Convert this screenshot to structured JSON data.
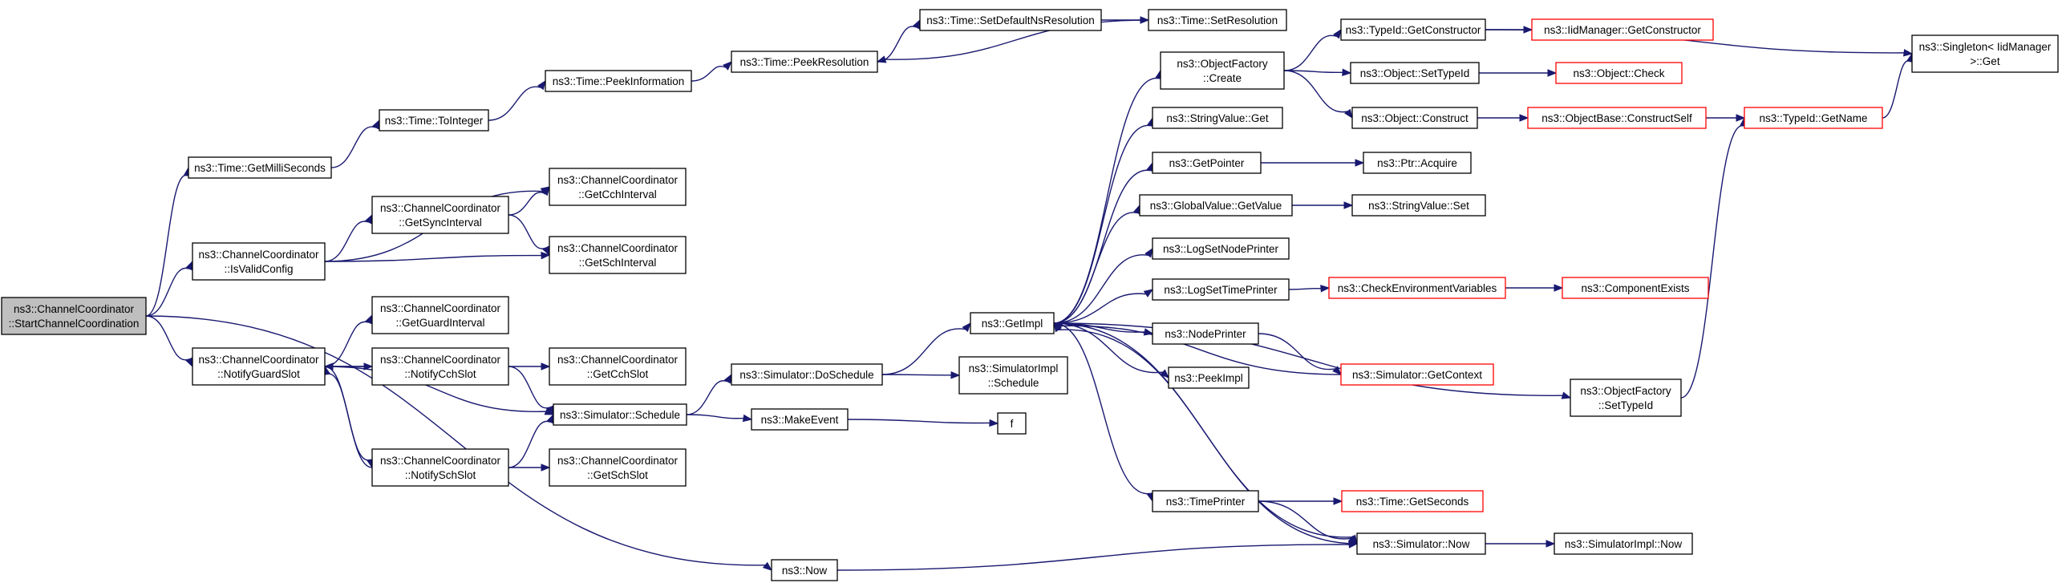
{
  "diagram": {
    "root": [
      "ns3::ChannelCoordinator",
      "::StartChannelCoordination"
    ],
    "nodes": [
      {
        "id": "root",
        "lines": [
          "ns3::ChannelCoordinator",
          "::StartChannelCoordination"
        ]
      },
      {
        "id": "getMilliSeconds",
        "lines": [
          "ns3::Time::GetMilliSeconds"
        ]
      },
      {
        "id": "isValidConfig",
        "lines": [
          "ns3::ChannelCoordinator",
          "::IsValidConfig"
        ]
      },
      {
        "id": "notifyGuardSlot",
        "lines": [
          "ns3::ChannelCoordinator",
          "::NotifyGuardSlot"
        ]
      },
      {
        "id": "nowFn",
        "lines": [
          "ns3::Now"
        ]
      },
      {
        "id": "toInteger",
        "lines": [
          "ns3::Time::ToInteger"
        ]
      },
      {
        "id": "peekInformation",
        "lines": [
          "ns3::Time::PeekInformation"
        ]
      },
      {
        "id": "peekResolution",
        "lines": [
          "ns3::Time::PeekResolution"
        ]
      },
      {
        "id": "setDefaultNsResolution",
        "lines": [
          "ns3::Time::SetDefaultNsResolution"
        ]
      },
      {
        "id": "setResolution",
        "lines": [
          "ns3::Time::SetResolution"
        ]
      },
      {
        "id": "getSyncInterval",
        "lines": [
          "ns3::ChannelCoordinator",
          "::GetSyncInterval"
        ]
      },
      {
        "id": "getCchInterval",
        "lines": [
          "ns3::ChannelCoordinator",
          "::GetCchInterval"
        ]
      },
      {
        "id": "getSchInterval",
        "lines": [
          "ns3::ChannelCoordinator",
          "::GetSchInterval"
        ]
      },
      {
        "id": "getGuardInterval",
        "lines": [
          "ns3::ChannelCoordinator",
          "::GetGuardInterval"
        ]
      },
      {
        "id": "notifyCchSlot",
        "lines": [
          "ns3::ChannelCoordinator",
          "::NotifyCchSlot"
        ]
      },
      {
        "id": "notifySchSlot",
        "lines": [
          "ns3::ChannelCoordinator",
          "::NotifySchSlot"
        ]
      },
      {
        "id": "getCchSlot",
        "lines": [
          "ns3::ChannelCoordinator",
          "::GetCchSlot"
        ]
      },
      {
        "id": "getSchSlot",
        "lines": [
          "ns3::ChannelCoordinator",
          "::GetSchSlot"
        ]
      },
      {
        "id": "schedule",
        "lines": [
          "ns3::Simulator::Schedule"
        ]
      },
      {
        "id": "doSchedule",
        "lines": [
          "ns3::Simulator::DoSchedule"
        ]
      },
      {
        "id": "makeEvent",
        "lines": [
          "ns3::MakeEvent"
        ]
      },
      {
        "id": "f",
        "lines": [
          "f"
        ]
      },
      {
        "id": "implSchedule",
        "lines": [
          "ns3::SimulatorImpl",
          "::Schedule"
        ]
      },
      {
        "id": "getImpl",
        "lines": [
          "ns3::GetImpl"
        ]
      },
      {
        "id": "objectFactoryCreate",
        "lines": [
          "ns3::ObjectFactory",
          "::Create"
        ]
      },
      {
        "id": "stringValueGet",
        "lines": [
          "ns3::StringValue::Get"
        ]
      },
      {
        "id": "getPointer",
        "lines": [
          "ns3::GetPointer"
        ]
      },
      {
        "id": "globalValueGetValue",
        "lines": [
          "ns3::GlobalValue::GetValue"
        ]
      },
      {
        "id": "logSetNodePrinter",
        "lines": [
          "ns3::LogSetNodePrinter"
        ]
      },
      {
        "id": "logSetTimePrinter",
        "lines": [
          "ns3::LogSetTimePrinter"
        ]
      },
      {
        "id": "nodePrinter",
        "lines": [
          "ns3::NodePrinter"
        ]
      },
      {
        "id": "peekImpl",
        "lines": [
          "ns3::PeekImpl"
        ]
      },
      {
        "id": "timePrinter",
        "lines": [
          "ns3::TimePrinter"
        ]
      },
      {
        "id": "typeIdGetConstructor",
        "lines": [
          "ns3::TypeId::GetConstructor"
        ]
      },
      {
        "id": "objectSetTypeId",
        "lines": [
          "ns3::Object::SetTypeId"
        ]
      },
      {
        "id": "objectConstruct",
        "lines": [
          "ns3::Object::Construct"
        ]
      },
      {
        "id": "ptrAcquire",
        "lines": [
          "ns3::Ptr::Acquire"
        ]
      },
      {
        "id": "stringValueSet",
        "lines": [
          "ns3::StringValue::Set"
        ]
      },
      {
        "id": "checkEnvironmentVariables",
        "lines": [
          "ns3::CheckEnvironmentVariables"
        ]
      },
      {
        "id": "simulatorGetContext",
        "lines": [
          "ns3::Simulator::GetContext"
        ]
      },
      {
        "id": "objectFactorySetTypeId",
        "lines": [
          "ns3::ObjectFactory",
          "::SetTypeId"
        ]
      },
      {
        "id": "timeGetSeconds",
        "lines": [
          "ns3::Time::GetSeconds"
        ]
      },
      {
        "id": "simulatorNow",
        "lines": [
          "ns3::Simulator::Now"
        ]
      },
      {
        "id": "iidManagerGetConstructor",
        "lines": [
          "ns3::IidManager::GetConstructor"
        ]
      },
      {
        "id": "objectCheck",
        "lines": [
          "ns3::Object::Check"
        ]
      },
      {
        "id": "objectBaseConstructSelf",
        "lines": [
          "ns3::ObjectBase::ConstructSelf"
        ]
      },
      {
        "id": "componentExists",
        "lines": [
          "ns3::ComponentExists"
        ]
      },
      {
        "id": "simulatorImplNow",
        "lines": [
          "ns3::SimulatorImpl::Now"
        ]
      },
      {
        "id": "typeIdGetName",
        "lines": [
          "ns3::TypeId::GetName"
        ]
      },
      {
        "id": "singletonGet",
        "lines": [
          "ns3::Singleton< IidManager",
          ">::Get"
        ]
      }
    ],
    "colors": {
      "edge": "#191970",
      "root_fill": "#bfbfbf",
      "truncated_border": "#ff0000",
      "border": "#000000"
    }
  }
}
